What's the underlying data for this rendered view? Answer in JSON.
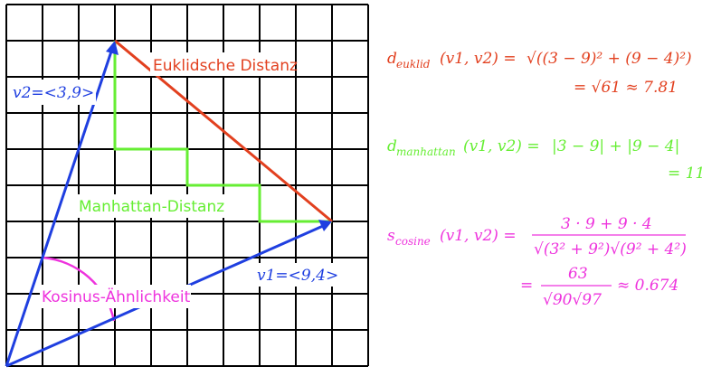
{
  "labels": {
    "v2_label": "v2=<3,9>",
    "v1_label": "v1=<9,4>",
    "euclid_label": "Euklidsche Distanz",
    "manhattan_label": "Manhattan-Distanz",
    "cosine_label": "Kosinus-Ähnlichkeit"
  },
  "formulas": {
    "euclid": {
      "lhs": "d",
      "lhs_sub": "euklid",
      "args": "(v1, v2) = ",
      "rhs": "√((3 − 9)² + (9 − 4)²)",
      "line2": "= √61 ≈ 7.81"
    },
    "manhattan": {
      "lhs": "d",
      "lhs_sub": "manhattan",
      "args": "(v1, v2) = ",
      "rhs": "|3 − 9| + |9 − 4|",
      "line2": "= 11"
    },
    "cosine": {
      "lhs": "s",
      "lhs_sub": "cosine",
      "args": "(v1, v2) = ",
      "numerator": "3 · 9 + 9 · 4",
      "denominator": "√(3² + 9²)√(9² + 4²)",
      "line2_numerator": "63",
      "line2_denominator": "√90√97",
      "line2_result": "≈ 0.674"
    }
  },
  "colors": {
    "grid": "#000000",
    "vectors": "#1f3fe0",
    "euclid": "#e2401f",
    "manhattan": "#66ee33",
    "cosine": "#ee33dd"
  },
  "vectors": {
    "v1": [
      9,
      4
    ],
    "v2": [
      3,
      9
    ]
  }
}
